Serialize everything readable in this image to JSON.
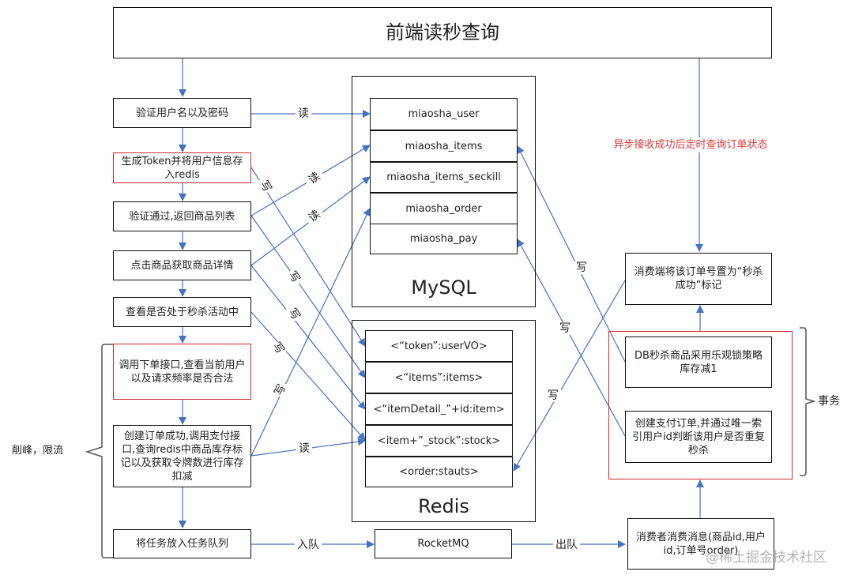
{
  "title": "前端读秒查询",
  "flow": {
    "verify_login": "验证用户名以及密码",
    "gen_token": "生成Token并将用户信息存入redis",
    "return_list": "验证通过,返回商品列表",
    "item_detail": "点击商品获取商品详情",
    "check_activity": "查看是否处于秒杀活动中",
    "call_order": "调用下单接口,查看当前用户以及请求频率是否合法",
    "create_order": "创建订单成功,调用支付接口,查询redis中商品库存标记以及获取令牌数进行库存扣减",
    "enqueue_task": "将任务放入任务队列"
  },
  "mysql": {
    "label": "MySQL",
    "tables": [
      "miaosha_user",
      "miaosha_items",
      "miaosha_items_seckill",
      "miaosha_order",
      "miaosha_pay"
    ]
  },
  "redis": {
    "label": "Redis",
    "keys": [
      "<“token”:userVO>",
      "<“items”:items>",
      "<“itemDetail_”+id:item>",
      "<item+”_stock”:stock>",
      "<order:stauts>"
    ]
  },
  "rocketmq": "RocketMQ",
  "consumer": {
    "mark_success": "消费端将该订单号置为“秒杀成功”标记",
    "db_decrement": "DB秒杀商品采用乐观锁策略库存减1",
    "create_pay": "创建支付订单,并通过唯一索引用户id判断该用户是否重复秒杀",
    "consume_msg": "消费者消费消息(商品id,用户id,订单号order)"
  },
  "labels": {
    "read": "读",
    "write": "写",
    "enqueue": "入队",
    "dequeue": "出队",
    "peak_limit": "削峰，限流",
    "transaction": "事务",
    "async_poll": "异步接收成功后定时查询订单状态"
  },
  "watermark": "@稀土掘金技术社区",
  "colors": {
    "arrow": "#4472c4",
    "highlight": "#d4262b",
    "note": "#e03a3a"
  }
}
